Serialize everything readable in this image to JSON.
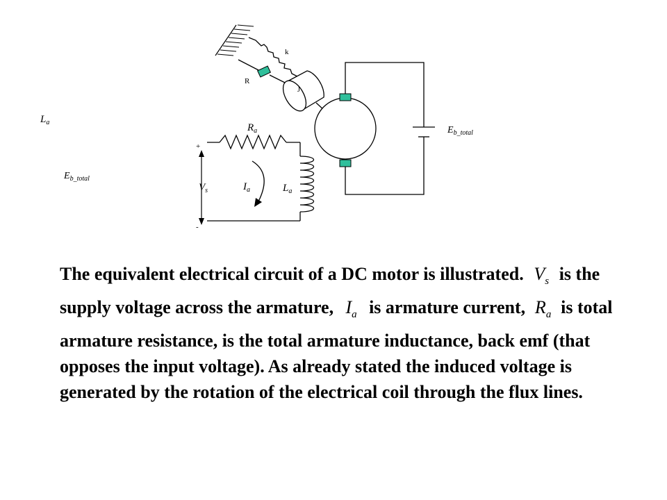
{
  "diagram": {
    "spring_label": "k",
    "damper_label": "R",
    "inertia_label": "J",
    "left_inductance": {
      "symbol": "L",
      "sub": "a"
    },
    "left_backemf": {
      "symbol": "E",
      "sub": "b_total"
    },
    "battery_label": {
      "symbol": "E",
      "sub": "b_total"
    },
    "resistor_label": {
      "symbol": "R",
      "sub": "a"
    },
    "inductor_label": {
      "symbol": "L",
      "sub": "a"
    },
    "supply_label": {
      "symbol": "V",
      "sub": "s"
    },
    "current_label": {
      "symbol": "I",
      "sub": "a"
    },
    "plus_sign": "+",
    "minus_sign": "-"
  },
  "description": {
    "part1": "The equivalent electrical circuit of a DC motor is illustrated.",
    "sym_vs": "V",
    "sym_vs_sub": "s",
    "part2": "is the supply voltage across the armature,",
    "sym_ia": "I",
    "sym_ia_sub": "a",
    "part3": "is armature current,",
    "sym_ra": "R",
    "sym_ra_sub": "a",
    "part4": "is total armature resistance, is the total armature inductance,  back emf (that opposes the input voltage). As already stated the induced voltage is generated by the rotation of the electrical coil through the flux lines."
  }
}
